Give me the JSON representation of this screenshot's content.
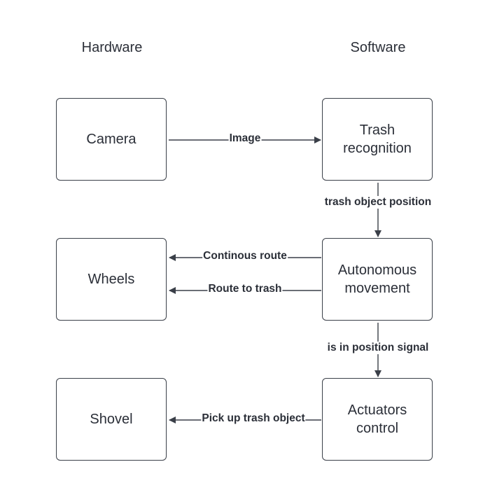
{
  "columns": {
    "hardware": "Hardware",
    "software": "Software"
  },
  "boxes": {
    "camera": "Camera",
    "wheels": "Wheels",
    "shovel": "Shovel",
    "trash_recognition": "Trash recognition",
    "autonomous_movement": "Autonomous movement",
    "actuators_control": "Actuators control"
  },
  "edges": {
    "image": "Image",
    "trash_object_position": "trash object position",
    "continous_route": "Continous route",
    "route_to_trash": "Route to trash",
    "is_in_position_signal": "is in position signal",
    "pick_up_trash_object": "Pick up trash object"
  },
  "colors": {
    "stroke": "#3a3f48",
    "text": "#2b2f38",
    "background": "#ffffff"
  }
}
